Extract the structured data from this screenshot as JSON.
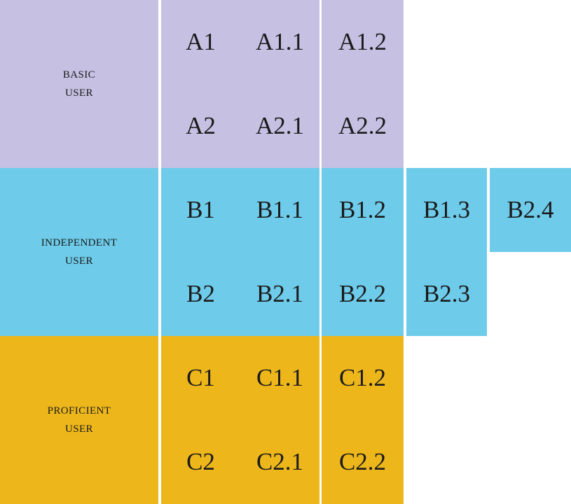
{
  "colors": {
    "basic": "#c6c0e2",
    "independent": "#6ecbe9",
    "proficient": "#edb71b",
    "text": "#1a1a1a"
  },
  "bands": {
    "basic": {
      "label_line1": "BASIC",
      "label_line2": "USER",
      "row1": [
        "A1",
        "A1.1",
        "A1.2"
      ],
      "row2": [
        "A2",
        "A2.1",
        "A2.2"
      ]
    },
    "independent": {
      "label_line1": "INDEPENDENT",
      "label_line2": "USER",
      "row1": [
        "B1",
        "B1.1",
        "B1.2",
        "B1.3",
        "B2.4"
      ],
      "row2": [
        "B2",
        "B2.1",
        "B2.2",
        "B2.3"
      ]
    },
    "proficient": {
      "label_line1": "PROFICIENT",
      "label_line2": "USER",
      "row1": [
        "C1",
        "C1.1",
        "C1.2"
      ],
      "row2": [
        "C2",
        "C2.1",
        "C2.2"
      ]
    }
  }
}
